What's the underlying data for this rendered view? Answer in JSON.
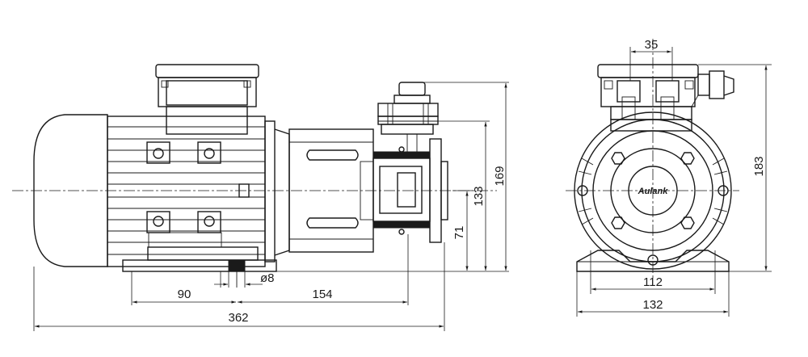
{
  "drawing": {
    "brand": "Aulank",
    "side_view": {
      "dims": {
        "base_offset": "90",
        "foot_to_outlet": "154",
        "overall_length": "362",
        "bolt_hole": "ø8",
        "inlet_height": "71",
        "shaft_height": "133",
        "outlet_height": "169"
      }
    },
    "end_view": {
      "dims": {
        "terminal_width": "35",
        "overall_height": "183",
        "foot_span_inner": "112",
        "foot_span_outer": "132"
      }
    }
  }
}
